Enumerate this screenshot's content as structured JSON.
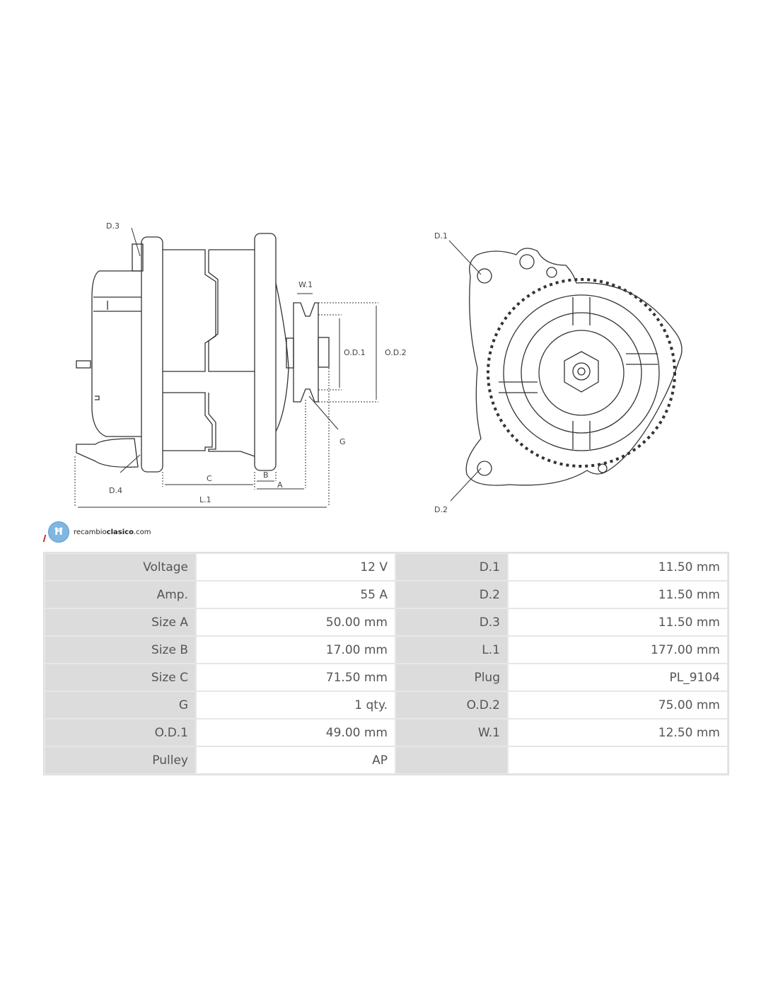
{
  "diagram": {
    "side_view_labels": {
      "d3": "D.3",
      "d4": "D.4",
      "w1": "W.1",
      "od1": "O.D.1",
      "od2": "O.D.2",
      "g": "G",
      "c": "C",
      "b": "B",
      "a": "A",
      "l1": "L.1"
    },
    "front_view_labels": {
      "d1": "D.1",
      "d2": "D.2"
    }
  },
  "logo": {
    "prefix": "recambio",
    "bold": "clasico",
    "suffix": ".com"
  },
  "specs": [
    {
      "k1": "Voltage",
      "v1": "12 V",
      "k2": "D.1",
      "v2": "11.50 mm"
    },
    {
      "k1": "Amp.",
      "v1": "55 A",
      "k2": "D.2",
      "v2": "11.50 mm"
    },
    {
      "k1": "Size A",
      "v1": "50.00 mm",
      "k2": "D.3",
      "v2": "11.50 mm"
    },
    {
      "k1": "Size B",
      "v1": "17.00 mm",
      "k2": "L.1",
      "v2": "177.00 mm"
    },
    {
      "k1": "Size C",
      "v1": "71.50 mm",
      "k2": "Plug",
      "v2": "PL_9104"
    },
    {
      "k1": "G",
      "v1": "1 qty.",
      "k2": "O.D.2",
      "v2": "75.00 mm"
    },
    {
      "k1": "O.D.1",
      "v1": "49.00 mm",
      "k2": "W.1",
      "v2": "12.50 mm"
    },
    {
      "k1": "Pulley",
      "v1": "AP",
      "k2": "",
      "v2": ""
    }
  ]
}
